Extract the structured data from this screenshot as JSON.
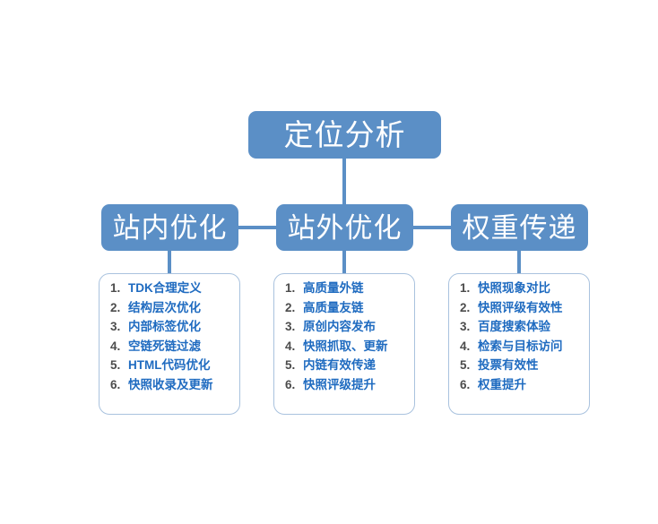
{
  "diagram": {
    "title": "定位分析",
    "type": "hierarchy-mindmap",
    "colors": {
      "node_fill": "#5b8fc6",
      "node_text": "#ffffff",
      "connector": "#5b8fc6",
      "card_border": "#a9c2de",
      "list_text": "#1f6bc0",
      "list_number": "#4c4c4c",
      "background": "#ffffff"
    },
    "root": {
      "label": "定位分析"
    },
    "branches": [
      {
        "id": "onsite",
        "label": "站内优化",
        "items": [
          {
            "num": "1.",
            "text": "TDK合理定义"
          },
          {
            "num": "2.",
            "text": "结构层次优化"
          },
          {
            "num": "3.",
            "text": "内部标签优化"
          },
          {
            "num": "4.",
            "text": "空链死链过滤"
          },
          {
            "num": "5.",
            "text": "HTML代码优化"
          },
          {
            "num": "6.",
            "text": "快照收录及更新"
          }
        ]
      },
      {
        "id": "offsite",
        "label": "站外优化",
        "items": [
          {
            "num": "1.",
            "text": "高质量外链"
          },
          {
            "num": "2.",
            "text": "高质量友链"
          },
          {
            "num": "3.",
            "text": "原创内容发布"
          },
          {
            "num": "4.",
            "text": "快照抓取、更新"
          },
          {
            "num": "5.",
            "text": "内链有效传递"
          },
          {
            "num": "6.",
            "text": "快照评级提升"
          }
        ]
      },
      {
        "id": "weight",
        "label": "权重传递",
        "items": [
          {
            "num": "1.",
            "text": "快照现象对比"
          },
          {
            "num": "2.",
            "text": "快照评级有效性"
          },
          {
            "num": "3.",
            "text": "百度搜索体验"
          },
          {
            "num": "4.",
            "text": "检索与目标访问"
          },
          {
            "num": "5.",
            "text": "投票有效性"
          },
          {
            "num": "6.",
            "text": "权重提升"
          }
        ]
      }
    ]
  }
}
